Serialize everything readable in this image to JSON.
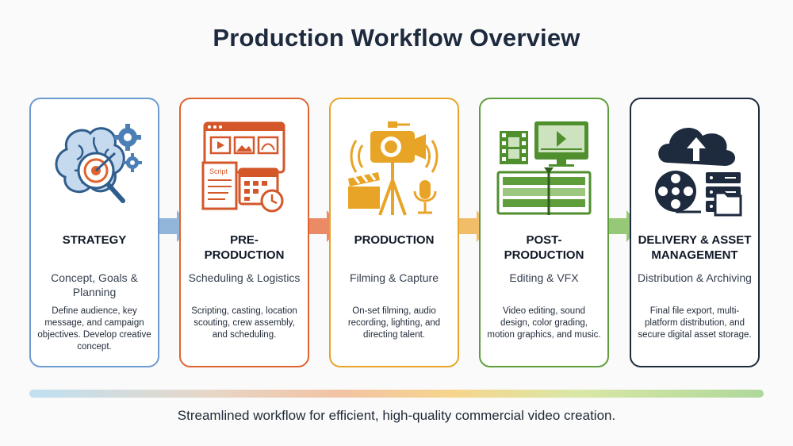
{
  "title": "Production Workflow Overview",
  "steps": [
    {
      "name": "STRATEGY",
      "subtitle": "Concept, Goals & Planning",
      "description": "Define audience, key message, and campaign objectives. Develop creative concept.",
      "icon": "brain-target-gears-icon",
      "color": "#5b8fc7"
    },
    {
      "name": "PRE-\nPRODUCTION",
      "subtitle": "Scheduling & Logistics",
      "description": "Scripting, casting, location scouting, crew assembly, and scheduling.",
      "icon": "storyboard-script-calendar-icon",
      "color": "#e0642f",
      "script_label": "Script"
    },
    {
      "name": "PRODUCTION",
      "subtitle": "Filming & Capture",
      "description": "On-set filming, audio recording, lighting, and directing talent.",
      "icon": "camera-clapper-microphone-icon",
      "color": "#e8a427"
    },
    {
      "name": "POST-\nPRODUCTION",
      "subtitle": "Editing & VFX",
      "description": "Video editing, sound design, color grading, motion graphics, and music.",
      "icon": "editing-timeline-monitor-icon",
      "color": "#5e9e3a"
    },
    {
      "name": "DELIVERY & ASSET\nMANAGEMENT",
      "subtitle": "Distribution & Archiving",
      "description": "Final file export, multi-platform distribution, and secure digital asset storage.",
      "icon": "cloud-upload-reel-storage-icon",
      "color": "#1e2a3e"
    }
  ],
  "arrows": [
    {
      "icon": "arrow-right-icon",
      "color": "#7ea9d4"
    },
    {
      "icon": "arrow-right-icon",
      "color": "#e8774a"
    },
    {
      "icon": "arrow-right-icon",
      "color": "#f0b24e"
    },
    {
      "icon": "arrow-right-icon",
      "color": "#82bf5f"
    }
  ],
  "footer": "Streamlined workflow for efficient, high-quality commercial video creation."
}
